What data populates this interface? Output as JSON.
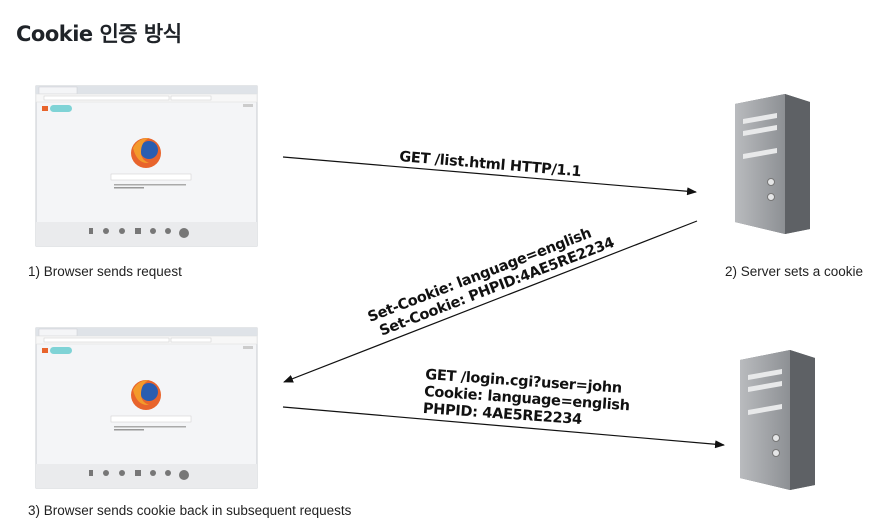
{
  "title": "Cookie 인증 방식",
  "steps": {
    "step1": "1) Browser sends request",
    "step2": "2) Server sets a cookie",
    "step3": "3) Browser sends cookie back in subsequent requests"
  },
  "messages": {
    "request1": "GET /list.html HTTP/1.1",
    "response": [
      "Set-Cookie: language=english",
      "Set-Cookie: PHPID:4AE5RE2234"
    ],
    "request2": [
      "GET /login.cgi?user=john",
      "Cookie: language=english",
      "PHPID: 4AE5RE2234"
    ]
  },
  "icons": {
    "browser": "firefox-browser-window",
    "server": "server-tower"
  },
  "colors": {
    "arrow": "#111111",
    "server": "#8a8c8f",
    "firefox_orange": "#e8642c",
    "firefox_blue": "#2a5db0"
  }
}
